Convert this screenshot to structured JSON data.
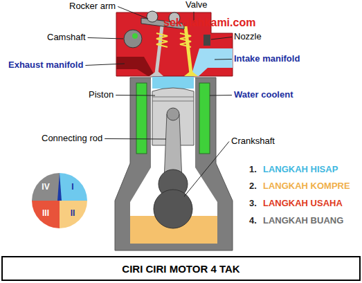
{
  "diagram": {
    "caption": "CIRI CIRI MOTOR 4 TAK",
    "labels": [
      "Rocker arm",
      "Valve",
      "sekolahkami.com",
      "Camshaft",
      "Nozzle",
      "Exhaust manifold",
      "Intake manifold",
      "Piston",
      "Water coolent",
      "Connecting rod",
      "Crankshaft",
      "1.",
      "LANGKAH HISAP",
      "IV",
      "I",
      "2.",
      "LANGKAH KOMPRE",
      "III",
      "II",
      "3.",
      "LANGKAH USAHA",
      "4.",
      "LANGKAH BUANG"
    ]
  }
}
